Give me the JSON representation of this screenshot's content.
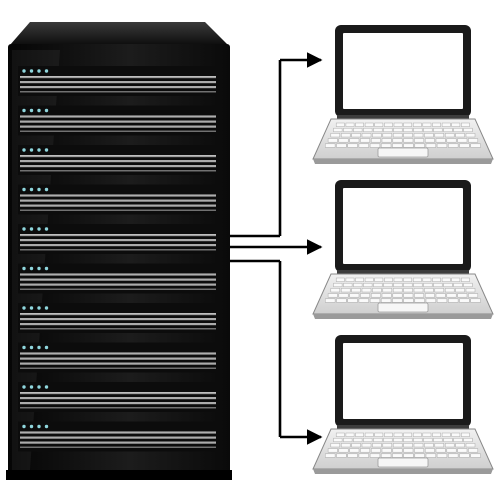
{
  "diagram": {
    "nodes": [
      {
        "id": "server",
        "kind": "server-rack",
        "icon": "server-rack-icon",
        "bays": 10
      },
      {
        "id": "laptop-1",
        "kind": "laptop",
        "icon": "laptop-icon"
      },
      {
        "id": "laptop-2",
        "kind": "laptop",
        "icon": "laptop-icon"
      },
      {
        "id": "laptop-3",
        "kind": "laptop",
        "icon": "laptop-icon"
      }
    ],
    "edges": [
      {
        "from": "server",
        "to": "laptop-1",
        "arrow": "end"
      },
      {
        "from": "server",
        "to": "laptop-2",
        "arrow": "end"
      },
      {
        "from": "server",
        "to": "laptop-3",
        "arrow": "end"
      }
    ],
    "colors": {
      "background": "#ffffff",
      "server_body": "#111111",
      "server_bay_lines": "#b5b5b5",
      "server_leds": "#8fd6dd",
      "laptop_frame": "#1a1a1a",
      "laptop_screen": "#ffffff",
      "laptop_keyboard": "#e3e3e3",
      "arrows": "#000000"
    }
  }
}
